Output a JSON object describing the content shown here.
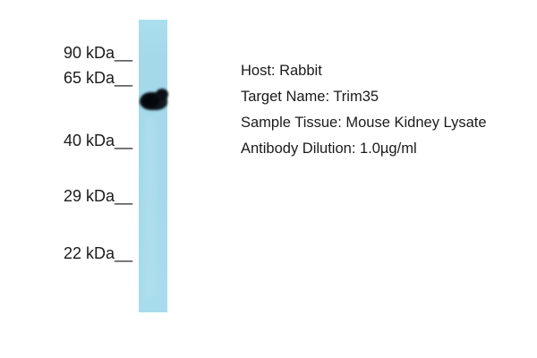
{
  "figure": {
    "type": "western-blot",
    "lane_color": "#a5daeb",
    "band_color": "#0a0f15",
    "markers": [
      "90 kDa__",
      "65 kDa__",
      "40 kDa__",
      "29 kDa__",
      "22 kDa__"
    ],
    "info_lines": [
      "Host: Rabbit",
      "Target Name: Trim35",
      "Sample Tissue: Mouse Kidney Lysate",
      "Antibody Dilution: 1.0µg/ml"
    ]
  }
}
